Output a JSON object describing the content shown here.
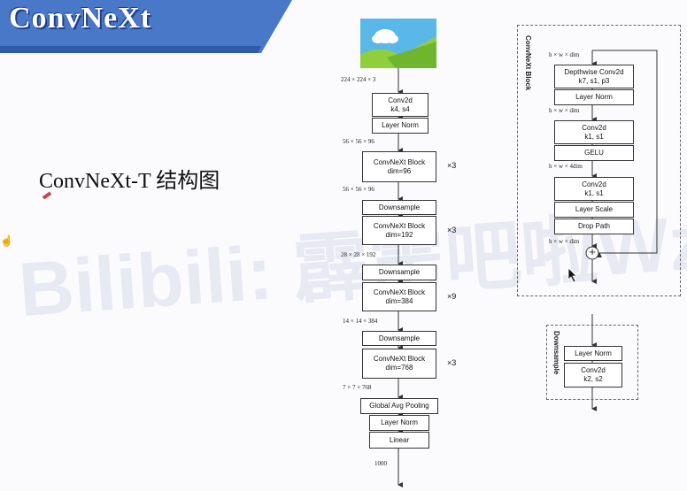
{
  "header": {
    "title": "ConvNeXt",
    "subtitle": "ConvNeXt-T 结构图"
  },
  "watermark": "Bilibili: 霹雳吧啦Wz",
  "main_column": {
    "dims": [
      "224 × 224 × 3",
      "56 × 56 × 96",
      "56 × 56 × 96",
      "28 × 28 × 192",
      "14 × 14 × 384",
      "7 × 7 × 768",
      "1000"
    ],
    "blocks": [
      "Conv2d\nk4, s4",
      "Layer Norm",
      "ConvNeXt Block\ndim=96",
      "Downsample",
      "ConvNeXt Block\ndim=192",
      "Downsample",
      "ConvNeXt Block\ndim=384",
      "Downsample",
      "ConvNeXt Block\ndim=768",
      "Global Avg Pooling",
      "Layer Norm",
      "Linear"
    ],
    "multipliers": [
      "×3",
      "×3",
      "×9",
      "×3"
    ]
  },
  "convnext_block": {
    "label": "ConvNeXt Block",
    "dims": [
      "h × w × dim",
      "h × w × dim",
      "h × w × 4dim",
      "h × w × dim"
    ],
    "layers": [
      "Depthwise Conv2d\nk7, s1, p3",
      "Layer Norm",
      "Conv2d\nk1, s1",
      "GELU",
      "Conv2d\nk1, s1",
      "Layer Scale",
      "Drop Path"
    ],
    "add_symbol": "+"
  },
  "downsample_block": {
    "label": "Downsample",
    "layers": [
      "Layer Norm",
      "Conv2d\nk2, s2"
    ]
  },
  "colors": {
    "banner": "#4a78c8",
    "banner_dark": "#1d3f8a",
    "sky": "#5ab8e8",
    "hill": "#8fcf3e"
  }
}
